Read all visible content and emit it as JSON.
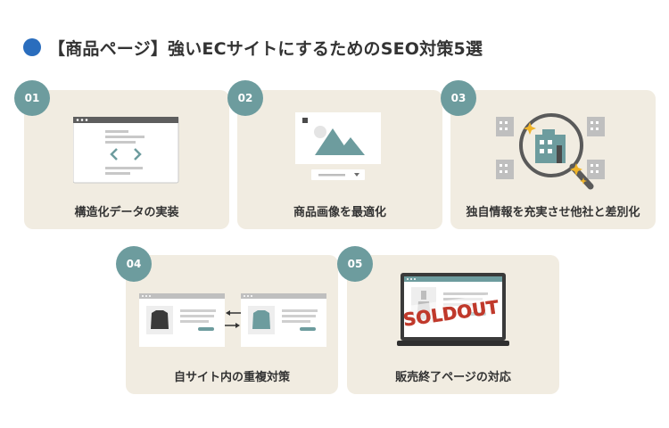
{
  "heading": {
    "title": "【商品ページ】強いECサイトにするためのSEO対策5選"
  },
  "cards": [
    {
      "number": "01",
      "label": "構造化データの実装",
      "icon": "code-window-icon"
    },
    {
      "number": "02",
      "label": "商品画像を最適化",
      "icon": "image-optimize-icon"
    },
    {
      "number": "03",
      "label": "独自情報を充実させ他社と差別化",
      "icon": "magnifier-building-icon"
    },
    {
      "number": "04",
      "label": "自サイト内の重複対策",
      "icon": "duplicate-pages-icon"
    },
    {
      "number": "05",
      "label": "販売終了ページの対応",
      "icon": "soldout-monitor-icon",
      "stamp": "SOLDOUT"
    }
  ],
  "colors": {
    "card_bg": "#f1ece1",
    "badge": "#6d9c9e",
    "title_dot": "#2a6dbd",
    "soldout": "#c0392b"
  }
}
